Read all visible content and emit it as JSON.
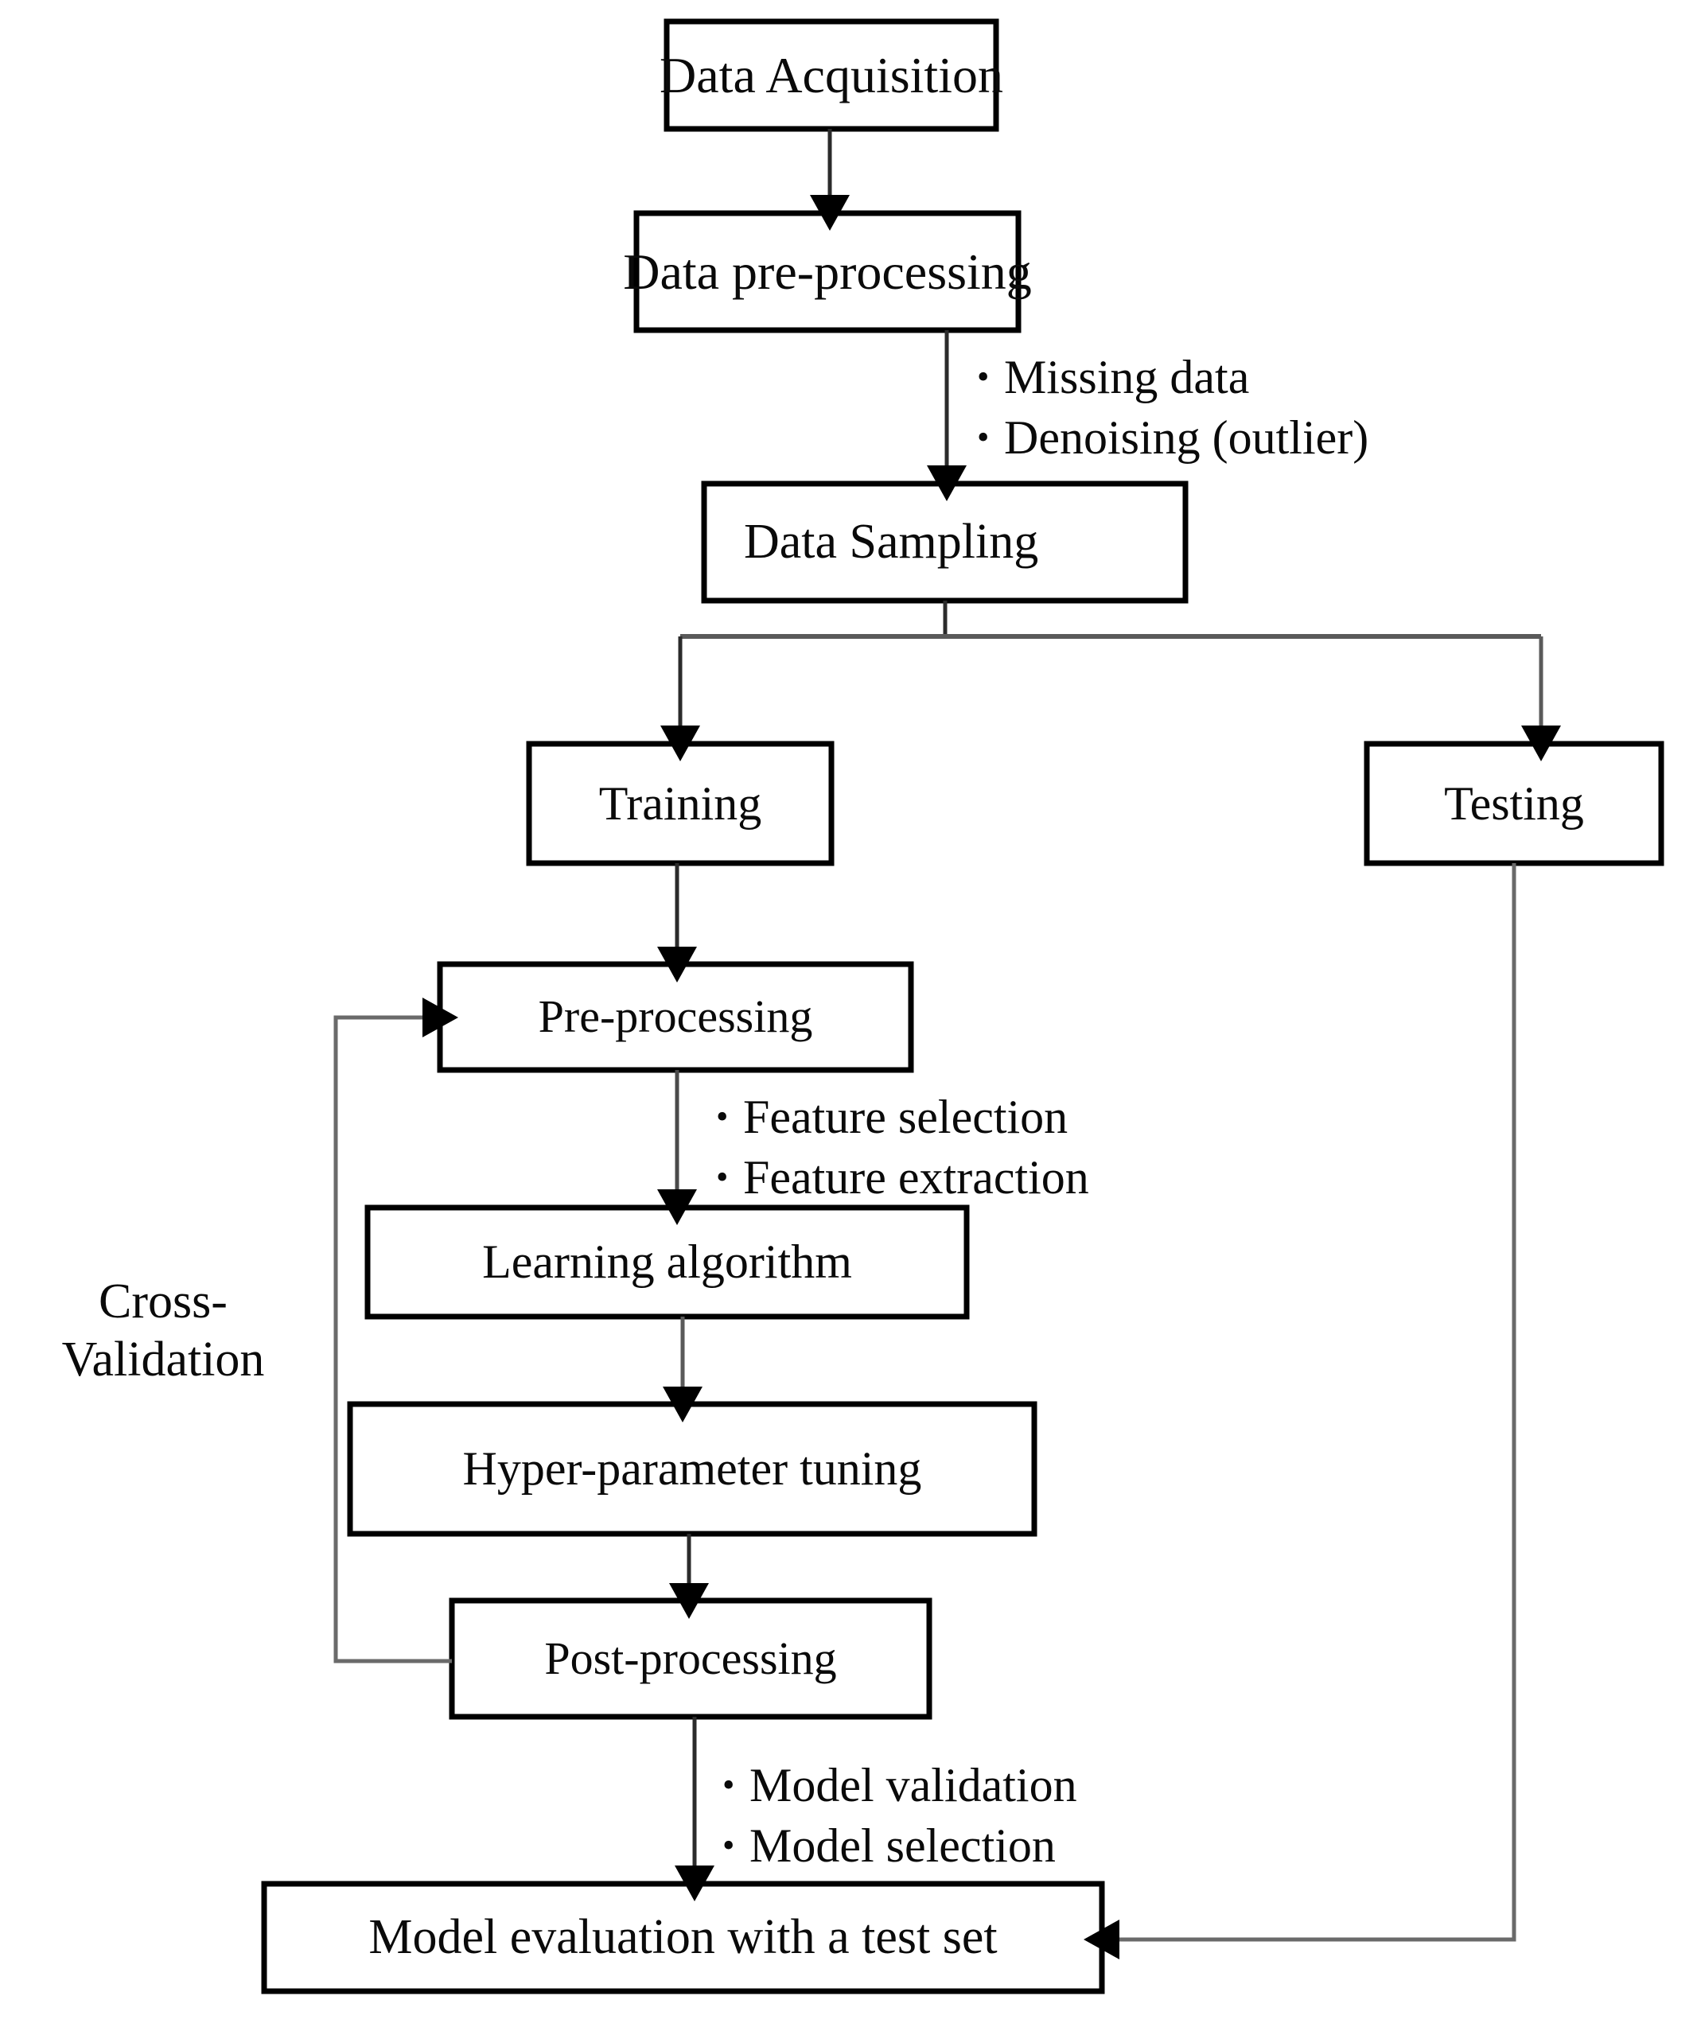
{
  "diagram": {
    "title": "Machine learning workflow flowchart",
    "type": "flowchart",
    "background_color": "#ffffff",
    "line_color": "#3f3f3f",
    "box_border_color": "#000000",
    "text_color": "#0a0a0a"
  },
  "nodes": {
    "data_acquisition": "Data Acquisition",
    "data_preprocessing": "Data pre-processing",
    "data_sampling": "Data Sampling",
    "training": "Training",
    "testing": "Testing",
    "preprocessing": "Pre-processing",
    "learning_algorithm": "Learning algorithm",
    "hyper_parameter_tuning": "Hyper-parameter tuning",
    "post_processing": "Post-processing",
    "model_evaluation": "Model evaluation with a test set"
  },
  "annotations": {
    "cross_validation_line1": "Cross-",
    "cross_validation_line2": "Validation",
    "preprocess_bullets": [
      "Missing data",
      "Denoising (outlier)"
    ],
    "feature_bullets": [
      "Feature selection",
      "Feature extraction"
    ],
    "model_bullets": [
      "Model validation",
      "Model selection"
    ],
    "bullet_glyph": "•"
  },
  "edges": [
    {
      "from": "data_acquisition",
      "to": "data_preprocessing",
      "kind": "arrow-down"
    },
    {
      "from": "data_preprocessing",
      "to": "data_sampling",
      "kind": "arrow-down",
      "labels": [
        "Missing data",
        "Denoising (outlier)"
      ]
    },
    {
      "from": "data_sampling",
      "to": "training",
      "kind": "split-arrow-left"
    },
    {
      "from": "data_sampling",
      "to": "testing",
      "kind": "split-arrow-right"
    },
    {
      "from": "training",
      "to": "preprocessing",
      "kind": "arrow-down"
    },
    {
      "from": "preprocessing",
      "to": "learning_algorithm",
      "kind": "arrow-down",
      "labels": [
        "Feature selection",
        "Feature extraction"
      ]
    },
    {
      "from": "learning_algorithm",
      "to": "hyper_parameter_tuning",
      "kind": "arrow-down"
    },
    {
      "from": "hyper_parameter_tuning",
      "to": "post_processing",
      "kind": "arrow-down"
    },
    {
      "from": "post_processing",
      "to": "preprocessing",
      "kind": "feedback-loop-left",
      "label": "Cross-Validation"
    },
    {
      "from": "post_processing",
      "to": "model_evaluation",
      "kind": "arrow-down",
      "labels": [
        "Model validation",
        "Model selection"
      ]
    },
    {
      "from": "testing",
      "to": "model_evaluation",
      "kind": "arrow-left-elbow"
    }
  ]
}
